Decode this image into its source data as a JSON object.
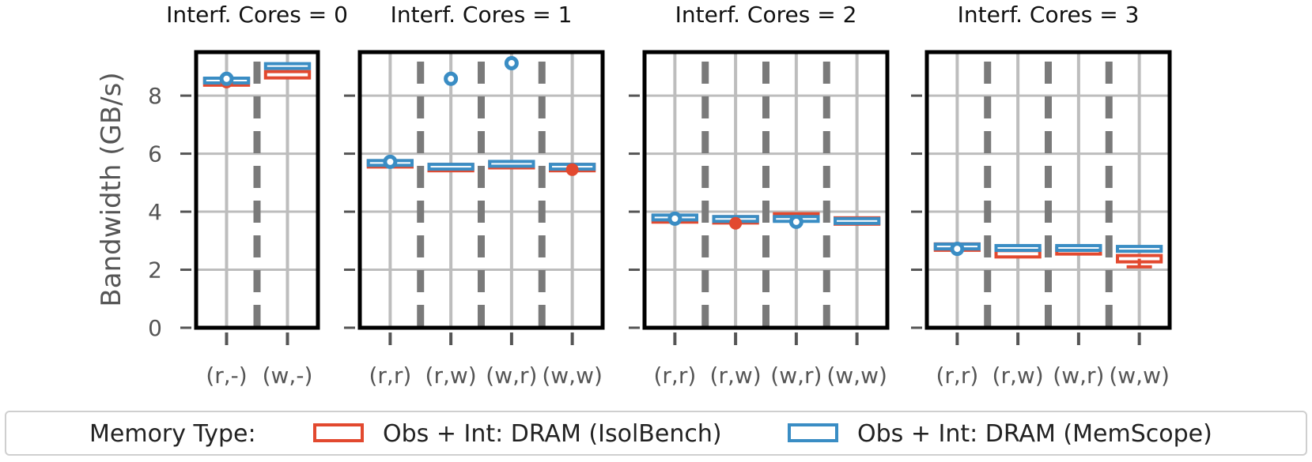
{
  "chart_data": {
    "type": "box",
    "ylabel": "Bandwidth (GB/s)",
    "ylim": [
      0,
      9.5
    ],
    "yticks": [
      0,
      2,
      4,
      6,
      8
    ],
    "grid": true,
    "legend_placement": "bottom",
    "colors": {
      "IsolBench": "#e2492f",
      "MemScope": "#3a8dc4"
    },
    "panels": [
      {
        "title": "Interf. Cores = 0",
        "categories": [
          "(r,-)",
          "(w,-)"
        ],
        "series": [
          {
            "name": "Obs + Int: DRAM (IsolBench)",
            "values": [
              8.47,
              8.72
            ],
            "outliers": [
              [
                8.47
              ],
              []
            ]
          },
          {
            "name": "Obs + Int: DRAM (MemScope)",
            "values": [
              8.52,
              9.02
            ],
            "outliers": [
              [
                8.58
              ],
              []
            ]
          }
        ]
      },
      {
        "title": "Interf. Cores = 1",
        "categories": [
          "(r,r)",
          "(r,w)",
          "(w,r)",
          "(w,w)"
        ],
        "series": [
          {
            "name": "Obs + Int: DRAM (IsolBench)",
            "values": [
              5.65,
              5.52,
              5.62,
              5.52
            ],
            "outliers": [
              [],
              [],
              [],
              [
                5.45
              ]
            ]
          },
          {
            "name": "Obs + Int: DRAM (MemScope)",
            "values": [
              5.68,
              5.55,
              5.65,
              5.55
            ],
            "outliers": [
              [
                5.72
              ],
              [
                8.58
              ],
              [
                9.12
              ],
              []
            ]
          }
        ]
      },
      {
        "title": "Interf. Cores = 2",
        "categories": [
          "(r,r)",
          "(r,w)",
          "(w,r)",
          "(w,w)"
        ],
        "series": [
          {
            "name": "Obs + Int: DRAM (IsolBench)",
            "values": [
              3.75,
              3.72,
              3.82,
              3.68
            ],
            "outliers": [
              [],
              [
                3.6
              ],
              [],
              []
            ]
          },
          {
            "name": "Obs + Int: DRAM (MemScope)",
            "values": [
              3.8,
              3.75,
              3.75,
              3.68
            ],
            "outliers": [
              [
                3.76
              ],
              [],
              [
                3.65
              ],
              []
            ]
          }
        ]
      },
      {
        "title": "Interf. Cores = 3",
        "categories": [
          "(r,r)",
          "(r,w)",
          "(w,r)",
          "(w,w)"
        ],
        "series": [
          {
            "name": "Obs + Int: DRAM (IsolBench)",
            "values": [
              2.78,
              2.55,
              2.65,
              2.38
            ],
            "outliers": [
              [],
              [],
              [],
              []
            ]
          },
          {
            "name": "Obs + Int: DRAM (MemScope)",
            "values": [
              2.8,
              2.75,
              2.75,
              2.72
            ],
            "outliers": [
              [
                2.72
              ],
              [],
              [],
              []
            ]
          }
        ]
      }
    ]
  },
  "legend": {
    "title": "Memory Type:",
    "items": [
      {
        "label": "Obs + Int: DRAM (IsolBench)",
        "color": "#e2492f"
      },
      {
        "label": "Obs + Int: DRAM (MemScope)",
        "color": "#3a8dc4"
      }
    ]
  }
}
